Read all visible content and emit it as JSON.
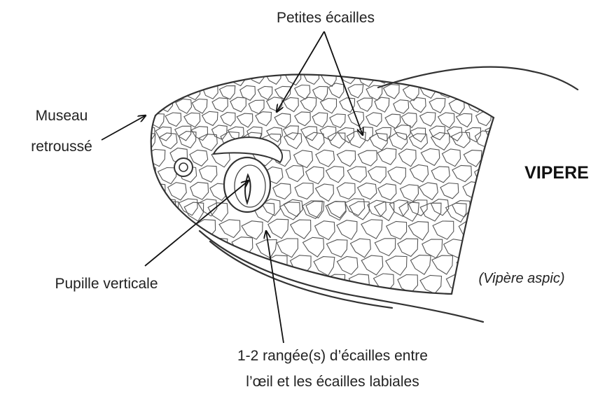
{
  "labels": {
    "petites_ecailles": "Petites écailles",
    "museau_line1": "Museau",
    "museau_line2": "retroussé",
    "title": "VIPERE",
    "species": "(Vipère aspic)",
    "pupille": "Pupille verticale",
    "rangee_line1": "1-2 rangée(s) d’écailles entre",
    "rangee_line2": "l’œil et les écailles labiales"
  },
  "colors": {
    "ink": "#222222",
    "background": "#ffffff"
  }
}
